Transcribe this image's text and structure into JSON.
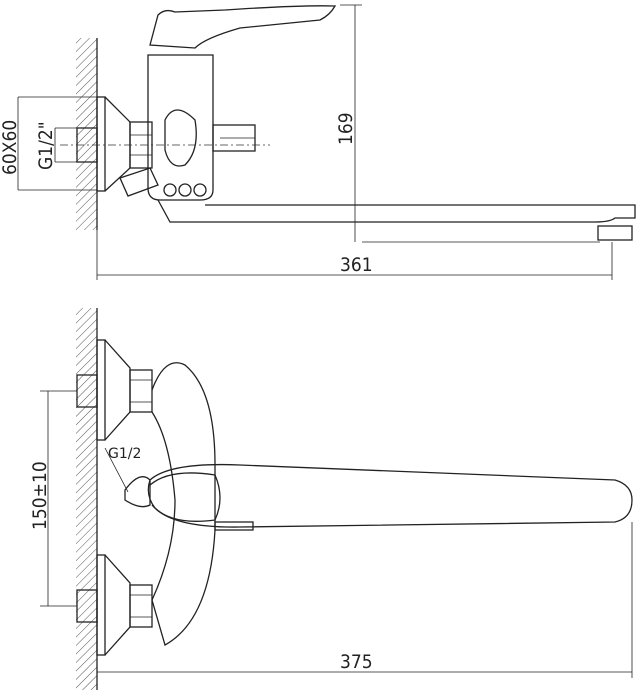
{
  "top_view": {
    "flange_size": "60X60",
    "inlet_thread": "G1/2\"",
    "height_dim": "169",
    "length_dim": "361"
  },
  "front_view": {
    "inlet_thread": "G1/2",
    "center_distance": "150±10",
    "length_dim": "375"
  }
}
